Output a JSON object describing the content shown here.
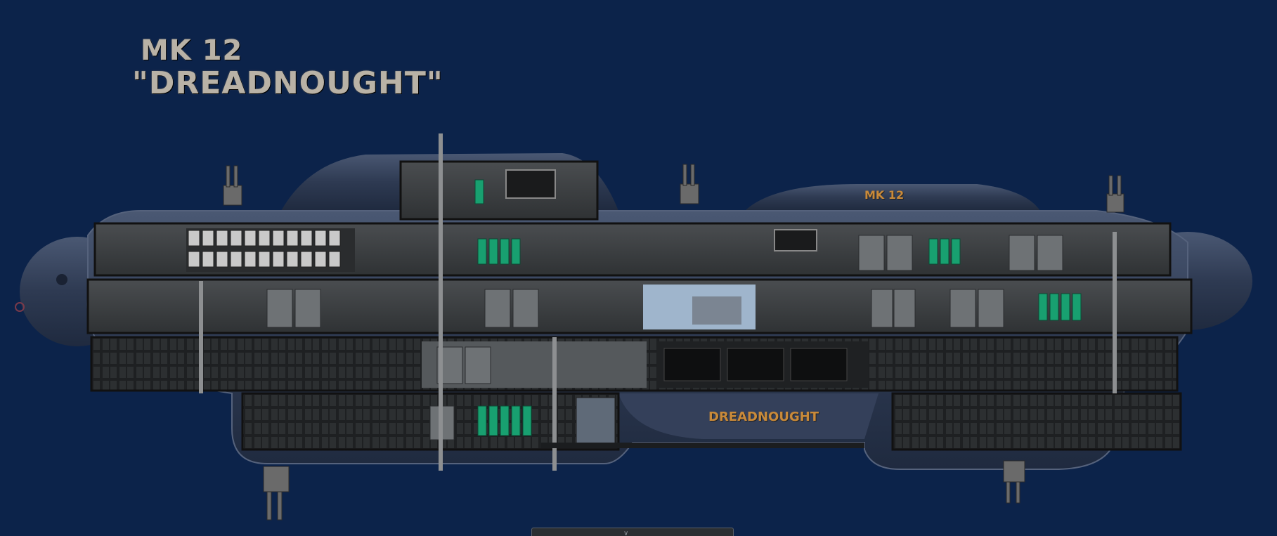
{
  "title": {
    "line1": "MK 12",
    "line2": "\"DREADNOUGHT\""
  },
  "hull_labels": {
    "tower": "MK 12",
    "keel": "DREADNOUGHT"
  },
  "colors": {
    "water": "#0c234a",
    "hull_outer": "#2f3c54",
    "hull_edge": "#4b5a74",
    "interior": "#3a3d3f",
    "deck": "#1c1e20",
    "accent_orange": "#c98a3a",
    "fabricator_green": "#18a070",
    "title_text": "#b9b2a6"
  },
  "icons": {
    "bottom_tab": "chevron-down-icon"
  }
}
